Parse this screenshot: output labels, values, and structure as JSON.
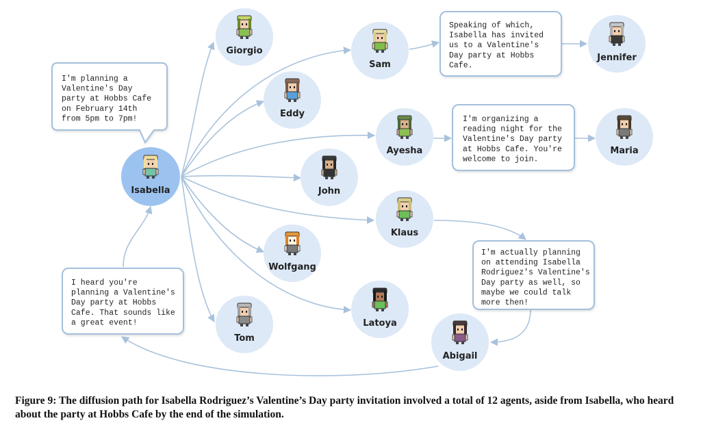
{
  "colors": {
    "node_fill": "#dde9f7",
    "source_fill": "#9cc3f0",
    "edge": "#a9c2dc",
    "bubble_border": "#a3bfdc",
    "text": "#222222"
  },
  "agents": {
    "isabella": {
      "name": "Isabella",
      "icon": "pixel-avatar-blonde-woman-icon"
    },
    "giorgio": {
      "name": "Giorgio",
      "icon": "pixel-avatar-green-man-icon"
    },
    "sam": {
      "name": "Sam",
      "icon": "pixel-avatar-bald-man-icon"
    },
    "eddy": {
      "name": "Eddy",
      "icon": "pixel-avatar-brown-hair-man-icon"
    },
    "ayesha": {
      "name": "Ayesha",
      "icon": "pixel-avatar-green-woman-icon"
    },
    "john": {
      "name": "John",
      "icon": "pixel-avatar-dark-man-icon"
    },
    "klaus": {
      "name": "Klaus",
      "icon": "pixel-avatar-blond-man-icon"
    },
    "wolfgang": {
      "name": "Wolfgang",
      "icon": "pixel-avatar-fox-icon"
    },
    "latoya": {
      "name": "Latoya",
      "icon": "pixel-avatar-pigtail-woman-icon"
    },
    "tom": {
      "name": "Tom",
      "icon": "pixel-avatar-grey-man-icon"
    },
    "abigail": {
      "name": "Abigail",
      "icon": "pixel-avatar-dark-hair-woman-icon"
    },
    "jennifer": {
      "name": "Jennifer",
      "icon": "pixel-avatar-grey-woman-icon"
    },
    "maria": {
      "name": "Maria",
      "icon": "pixel-avatar-brown-woman-icon"
    }
  },
  "bubbles": {
    "isabella": {
      "lines": [
        "I'm planning a",
        "Valentine's Day",
        "party at Hobbs Cafe",
        "on February 14th",
        "from 5pm to 7pm!"
      ]
    },
    "sam": {
      "lines": [
        "Speaking of which,",
        "Isabella has invited",
        "us to a Valentine's",
        "Day party at Hobbs",
        "Cafe."
      ]
    },
    "ayesha": {
      "lines": [
        "I'm organizing a",
        "reading night for the",
        "Valentine's Day party",
        "at Hobbs Cafe. You're",
        "welcome to join."
      ]
    },
    "klaus": {
      "lines": [
        "I'm actually planning",
        "on attending Isabella",
        "Rodriguez's Valentine's",
        "Day party as well, so",
        "maybe we could talk",
        "more then!"
      ]
    },
    "abigail": {
      "lines": [
        "I heard you're",
        "planning a Valentine's",
        "Day party at Hobbs",
        "Cafe. That sounds like",
        "a great event!"
      ]
    }
  },
  "caption": "Figure 9: The diffusion path for Isabella Rodriguez’s Valentine’s Day party invitation involved a total of 12 agents, aside from Isabella, who heard about the party at Hobbs Cafe by the end of the simulation."
}
